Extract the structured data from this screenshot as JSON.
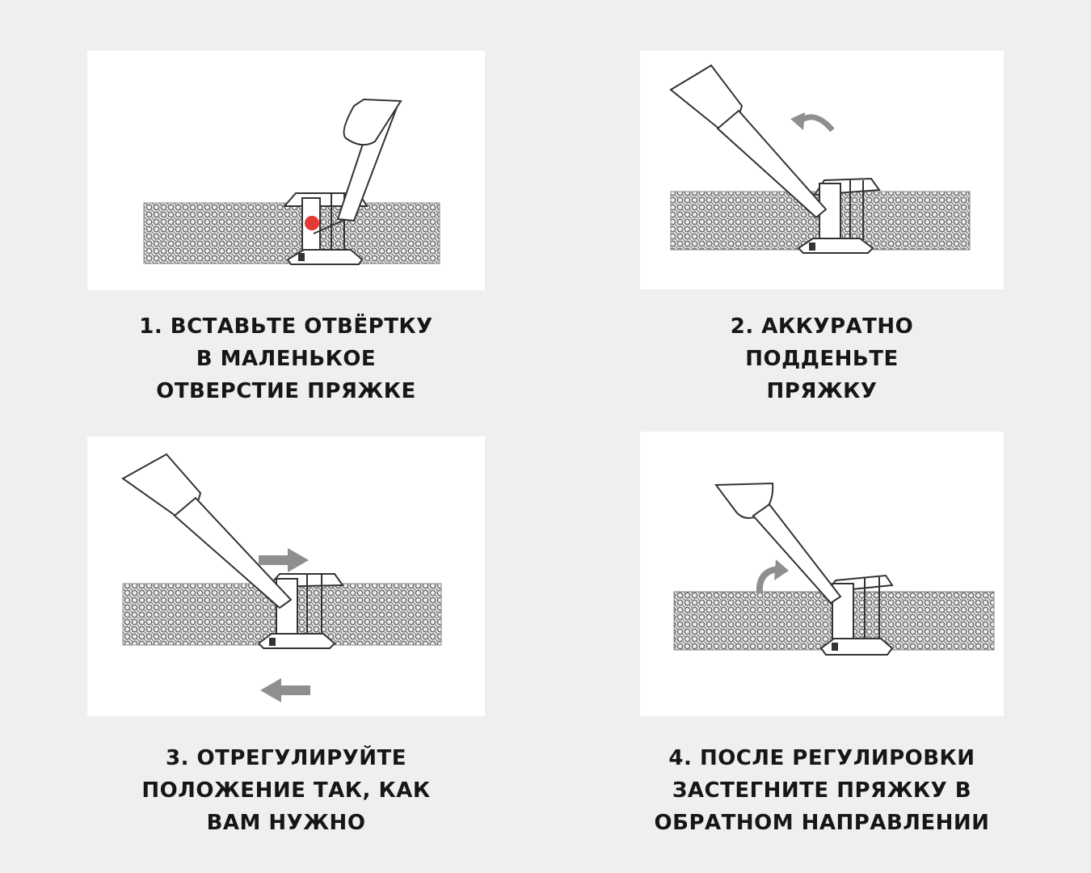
{
  "steps": [
    {
      "lines": [
        "1. ВСТАВЬТЕ ОТВЁРТКУ",
        "В МАЛЕНЬКОЕ",
        "ОТВЕРСТИЕ ПРЯЖКЕ"
      ]
    },
    {
      "lines": [
        "2. АККУРАТНО",
        "ПОДДЕНЬТЕ",
        "ПРЯЖКУ"
      ]
    },
    {
      "lines": [
        "3. ОТРЕГУЛИРУЙТЕ",
        "ПОЛОЖЕНИЕ ТАК, КАК",
        "ВАМ НУЖНО"
      ]
    },
    {
      "lines": [
        "4. ПОСЛЕ РЕГУЛИРОВКИ",
        "ЗАСТЕГНИТЕ ПРЯЖКУ В",
        "ОБРАТНОМ НАПРАВЛЕНИИ"
      ]
    }
  ],
  "colors": {
    "background": "#efefef",
    "panel": "#ffffff",
    "mesh": "#7a7a7a",
    "arrow": "#8f8f8f",
    "marker": "#e53935",
    "text": "#161616"
  },
  "icons": [
    "screwdriver-icon",
    "curved-arrow-icon",
    "straight-arrow-icon",
    "mesh-strap",
    "buckle"
  ]
}
